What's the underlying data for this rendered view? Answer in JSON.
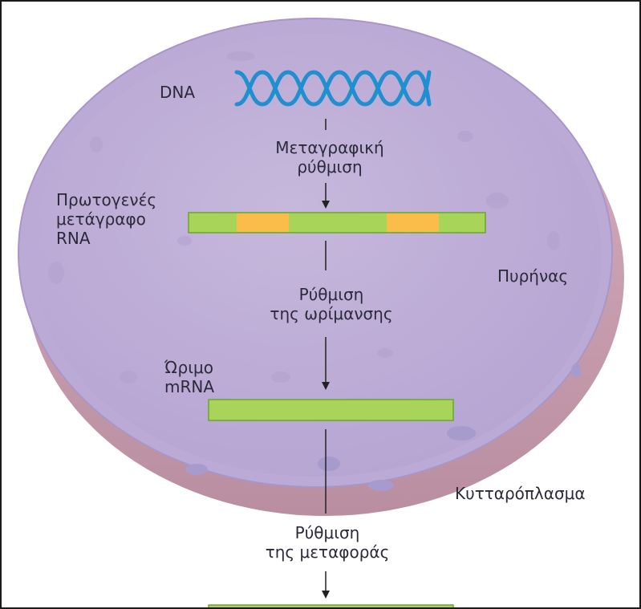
{
  "labels": {
    "dna": "DNA",
    "transcription_reg_line1": "Μεταγραφική",
    "transcription_reg_line2": "ρύθμιση",
    "primary_transcript_line1": "Πρωτογενές",
    "primary_transcript_line2": "μετάγραφο",
    "primary_transcript_line3": "RNA",
    "nucleus": "Πυρήνας",
    "maturation_reg_line1": "Ρύθμιση",
    "maturation_reg_line2": "της ωρίμανσης",
    "mature_mrna_line1": "Ώριμο",
    "mature_mrna_line2": "mRNA",
    "cytoplasm": "Κυτταρόπλασμα",
    "transport_reg_line1": "Ρύθμιση",
    "transport_reg_line2": "της μεταφοράς"
  },
  "colors": {
    "nucleus_fill": "#c2b2da",
    "nucleus_rim": "#b8a6d4",
    "envelope_side": "#c99aaa",
    "dna_strand": "#1f8fd0",
    "rna_green": "#a8d45a",
    "rna_green_edge": "#6aa62c",
    "exon_orange": "#fbbd4a",
    "arrow": "#222222",
    "border": "#1a1a1a"
  }
}
